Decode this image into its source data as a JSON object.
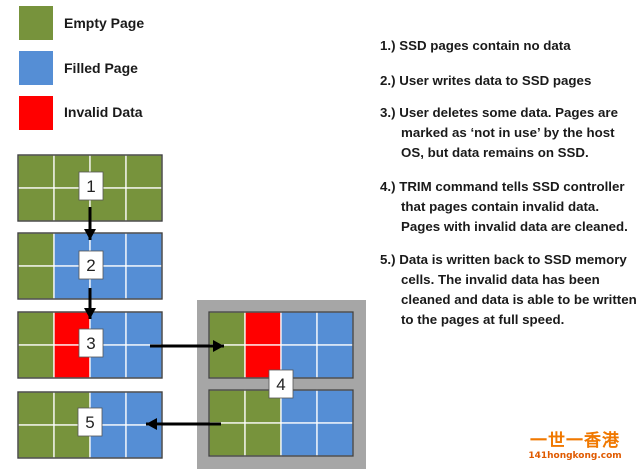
{
  "colors": {
    "empty": "#77933c",
    "filled": "#558ed5",
    "invalid": "#ff0000",
    "grid_line": "#ffffff",
    "block_border": "#3f3f3f",
    "gray_panel": "#a6a6a6",
    "arrow": "#000000"
  },
  "legend": [
    {
      "label": "Empty Page",
      "type": "empty"
    },
    {
      "label": "Filled Page",
      "type": "filled"
    },
    {
      "label": "Invalid Data",
      "type": "invalid"
    }
  ],
  "blocks": [
    {
      "label": "1",
      "rows": [
        [
          "empty",
          "empty",
          "empty",
          "empty"
        ],
        [
          "empty",
          "empty",
          "empty",
          "empty"
        ]
      ]
    },
    {
      "label": "2",
      "rows": [
        [
          "empty",
          "filled",
          "filled",
          "filled"
        ],
        [
          "empty",
          "filled",
          "filled",
          "filled"
        ]
      ]
    },
    {
      "label": "3",
      "rows": [
        [
          "empty",
          "invalid",
          "filled",
          "filled"
        ],
        [
          "empty",
          "invalid",
          "filled",
          "filled"
        ]
      ]
    },
    {
      "label": "5",
      "rows": [
        [
          "empty",
          "empty",
          "filled",
          "filled"
        ],
        [
          "empty",
          "empty",
          "filled",
          "filled"
        ]
      ]
    }
  ],
  "trim_panel": {
    "label": "4",
    "top_rows": [
      [
        "empty",
        "invalid",
        "filled",
        "filled"
      ],
      [
        "empty",
        "invalid",
        "filled",
        "filled"
      ]
    ],
    "bottom_rows": [
      [
        "empty",
        "empty",
        "filled",
        "filled"
      ],
      [
        "empty",
        "empty",
        "filled",
        "filled"
      ]
    ]
  },
  "steps": [
    "1.) SSD pages contain no data",
    "2.) User writes data to SSD pages",
    "3.) User deletes some data. Pages are marked as ‘not in use’ by the host OS, but data remains on SSD.",
    "4.) TRIM command tells SSD controller that pages contain invalid data. Pages with invalid data are cleaned.",
    "5.) Data is written back to SSD memory cells. The invalid data has been cleaned and data is able to be written to the pages at full speed."
  ],
  "watermark": {
    "chinese": "一世一香港",
    "site": "141hongkong.com"
  }
}
